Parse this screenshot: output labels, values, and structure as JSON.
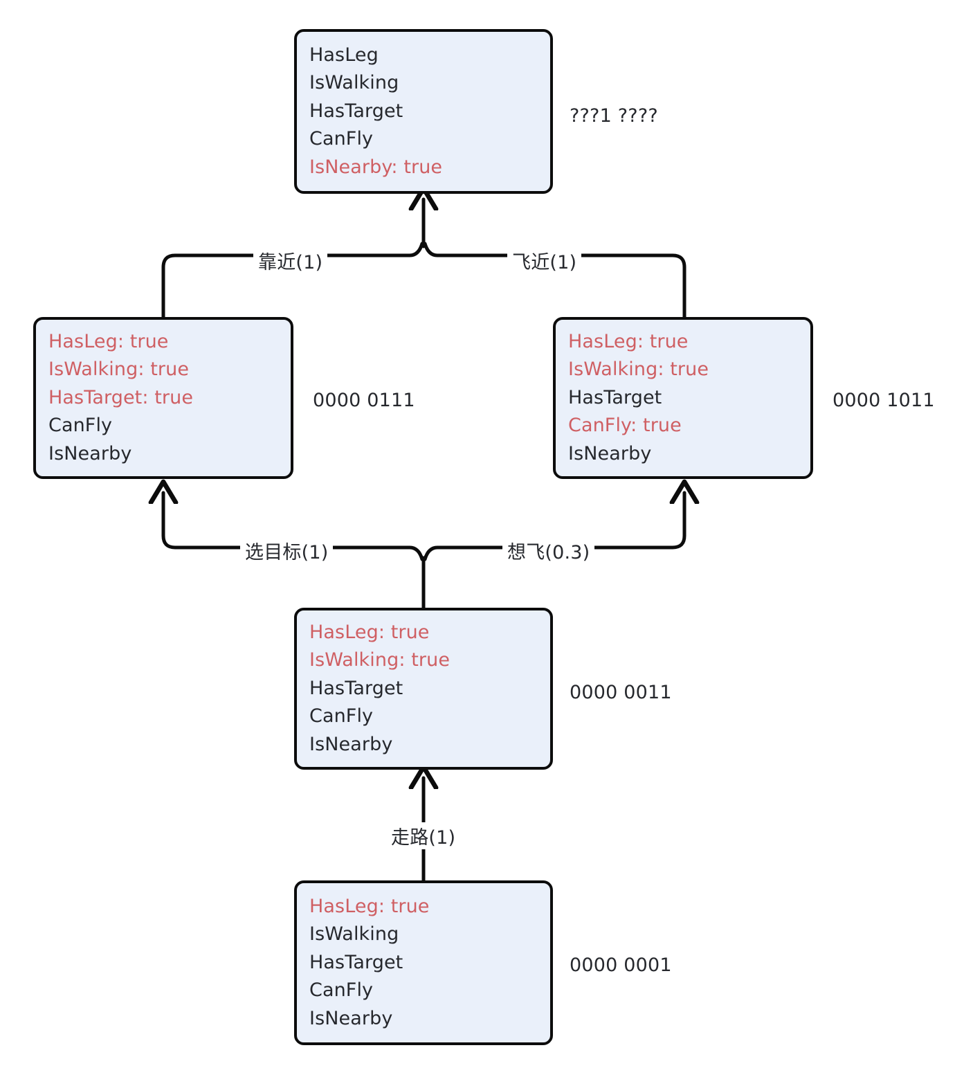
{
  "diagram": {
    "type": "goap-state-transition-tree",
    "colors": {
      "node_fill": "#eaf0fa",
      "node_border": "#0c0c0c",
      "text": "#26282d",
      "true_fact": "#cf5f63",
      "background": "#ffffff"
    },
    "nodes": [
      {
        "id": "goal",
        "bitmask": "???1 ????",
        "facts": [
          {
            "text": "HasLeg",
            "is_true": false
          },
          {
            "text": "IsWalking",
            "is_true": false
          },
          {
            "text": "HasTarget",
            "is_true": false
          },
          {
            "text": "CanFly",
            "is_true": false
          },
          {
            "text": "IsNearby: true",
            "is_true": true
          }
        ]
      },
      {
        "id": "walk-near",
        "bitmask": "0000 0111",
        "facts": [
          {
            "text": "HasLeg: true",
            "is_true": true
          },
          {
            "text": "IsWalking: true",
            "is_true": true
          },
          {
            "text": "HasTarget: true",
            "is_true": true
          },
          {
            "text": "CanFly",
            "is_true": false
          },
          {
            "text": "IsNearby",
            "is_true": false
          }
        ]
      },
      {
        "id": "fly-near",
        "bitmask": "0000 1011",
        "facts": [
          {
            "text": "HasLeg: true",
            "is_true": true
          },
          {
            "text": "IsWalking: true",
            "is_true": true
          },
          {
            "text": "HasTarget",
            "is_true": false
          },
          {
            "text": "CanFly: true",
            "is_true": true
          },
          {
            "text": "IsNearby",
            "is_true": false
          }
        ]
      },
      {
        "id": "walking",
        "bitmask": "0000 0011",
        "facts": [
          {
            "text": "HasLeg: true",
            "is_true": true
          },
          {
            "text": "IsWalking: true",
            "is_true": true
          },
          {
            "text": "HasTarget",
            "is_true": false
          },
          {
            "text": "CanFly",
            "is_true": false
          },
          {
            "text": "IsNearby",
            "is_true": false
          }
        ]
      },
      {
        "id": "start",
        "bitmask": "0000 0001",
        "facts": [
          {
            "text": "HasLeg: true",
            "is_true": true
          },
          {
            "text": "IsWalking",
            "is_true": false
          },
          {
            "text": "HasTarget",
            "is_true": false
          },
          {
            "text": "CanFly",
            "is_true": false
          },
          {
            "text": "IsNearby",
            "is_true": false
          }
        ]
      }
    ],
    "edges": [
      {
        "id": "approach",
        "label": "靠近(1)",
        "from": "walk-near",
        "to": "goal"
      },
      {
        "id": "flyclose",
        "label": "飞近(1)",
        "from": "fly-near",
        "to": "goal"
      },
      {
        "id": "target",
        "label": "选目标(1)",
        "from": "walking",
        "to": "walk-near"
      },
      {
        "id": "wantfly",
        "label": "想飞(0.3)",
        "from": "walking",
        "to": "fly-near"
      },
      {
        "id": "walk",
        "label": "走路(1)",
        "from": "start",
        "to": "walking"
      }
    ]
  }
}
